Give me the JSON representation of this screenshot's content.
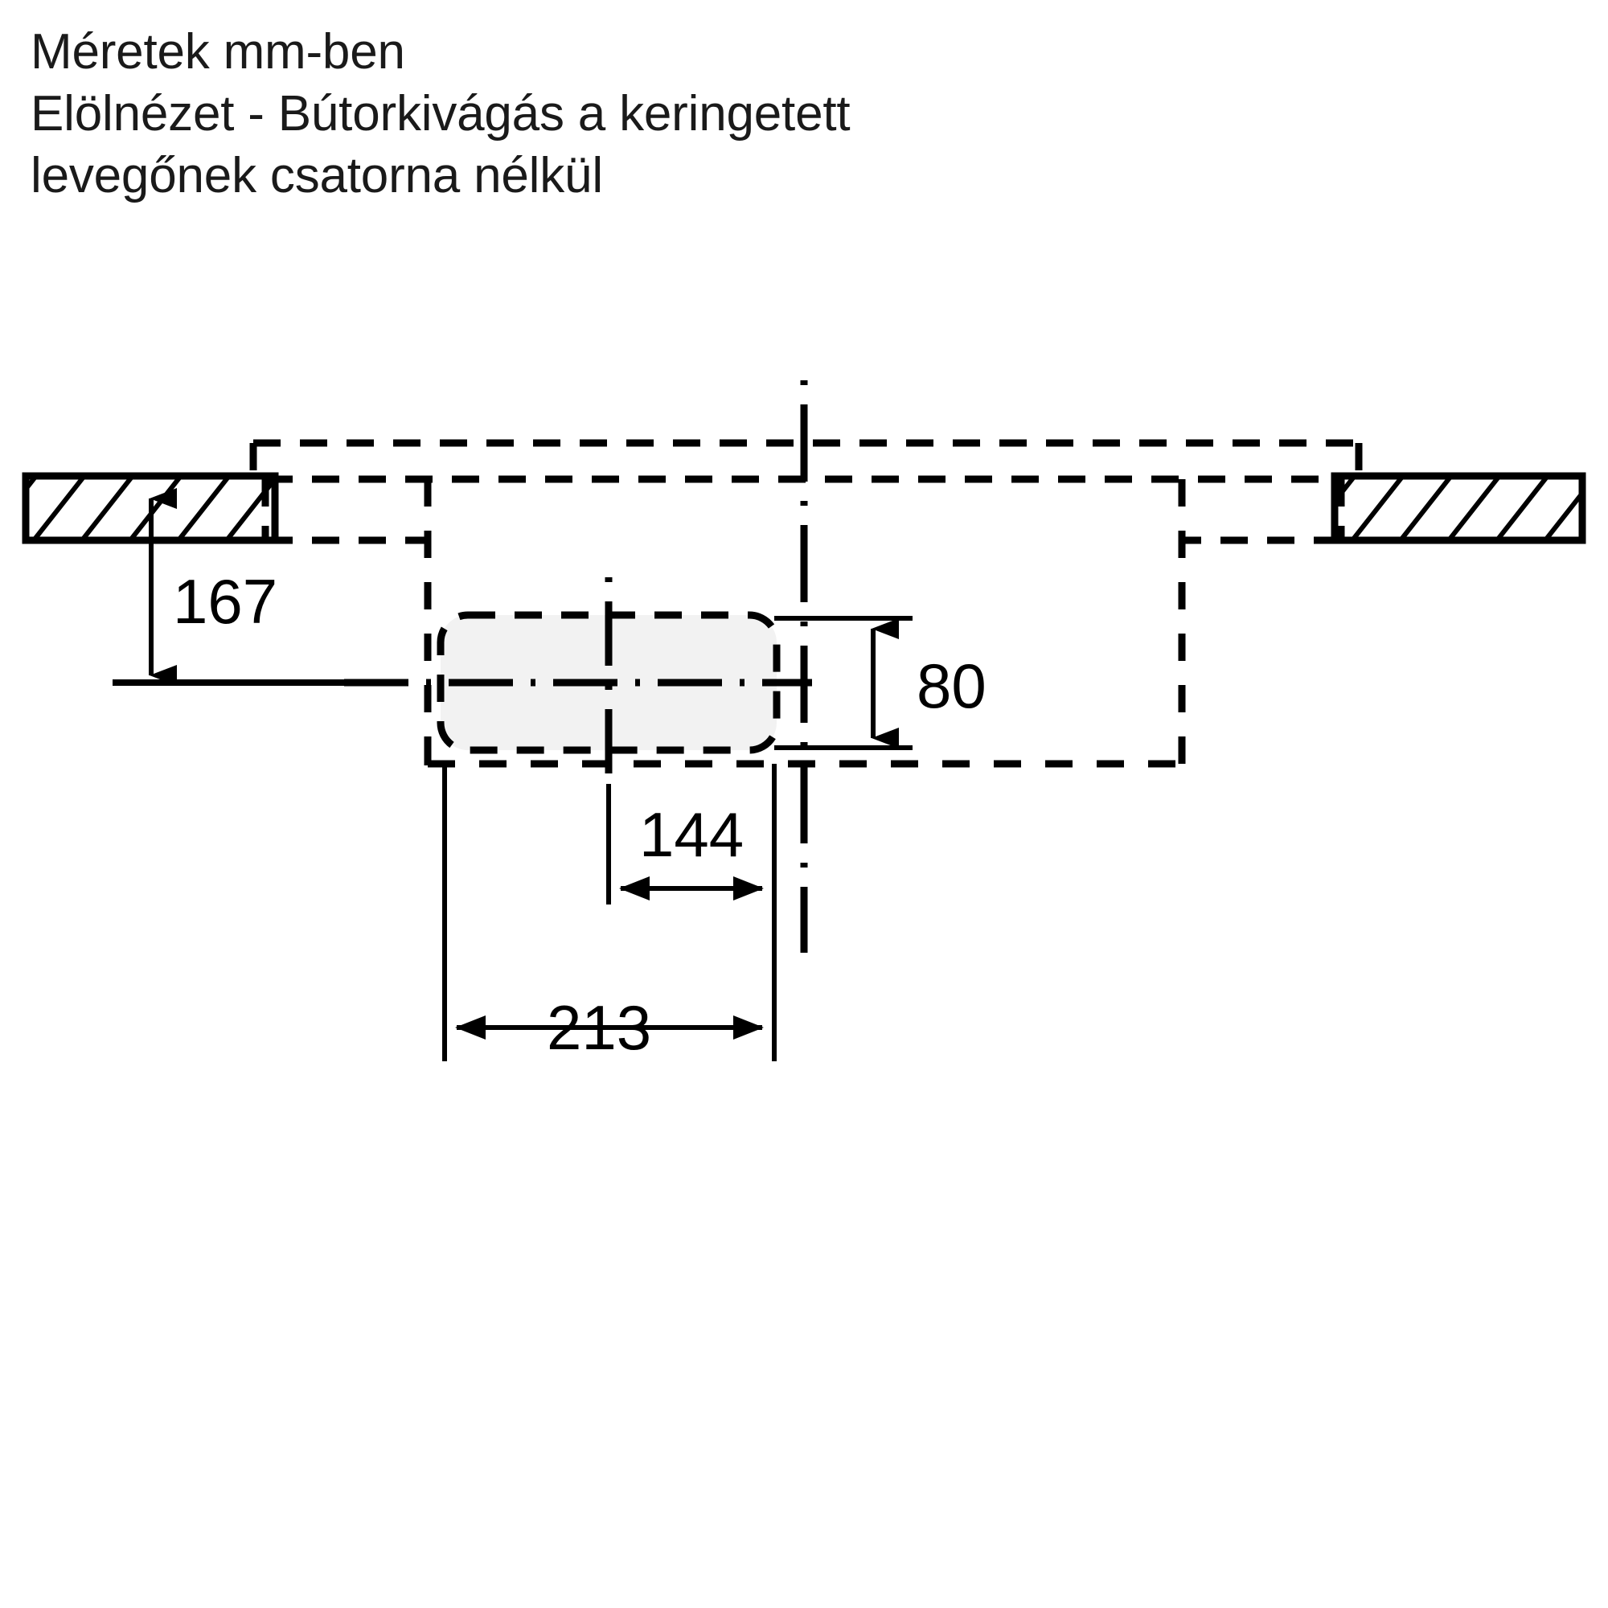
{
  "document": {
    "title_lines": [
      "Méretek mm-ben",
      "Elölnézet - Bútorkivágás a keringetett",
      "levegőnek csatorna nélkül"
    ],
    "units": "mm",
    "view_name": "Elölnézet",
    "background_color": "#ffffff",
    "line_color": "#000000",
    "appliance_fill_color": "#f2f2f2"
  },
  "dimensions": {
    "height_to_centerline": "167",
    "appliance_height": "80",
    "half_width": "144",
    "offset_width": "213"
  },
  "labels": {
    "d167": "167",
    "d80": "80",
    "d144": "144",
    "d213": "213"
  },
  "parts": {
    "left_wall_label": "left-hatched-panel",
    "right_wall_label": "right-hatched-panel",
    "cutout_label": "furniture-cutout-outline",
    "appliance_label": "appliance-body"
  }
}
